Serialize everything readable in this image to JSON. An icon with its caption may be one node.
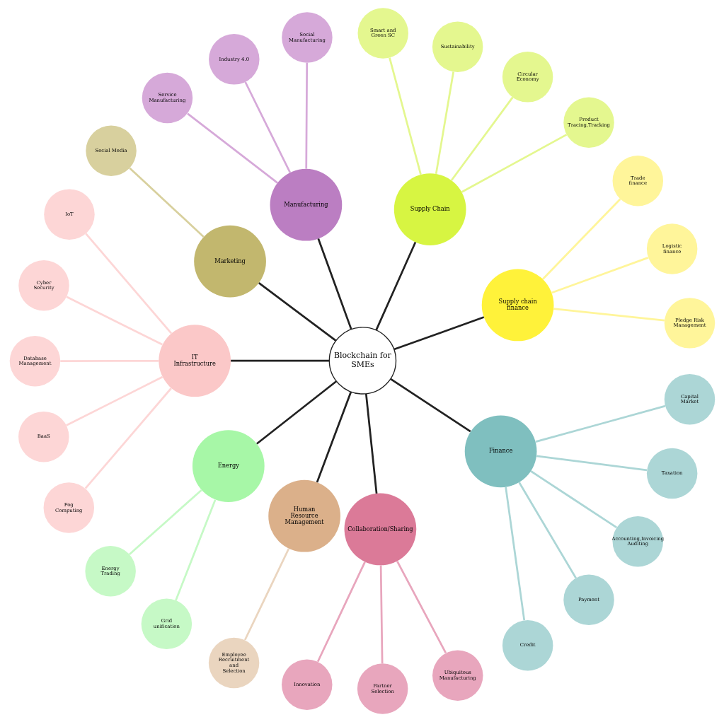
{
  "diagram": {
    "nodes": [
      {
        "text": [
          "Blockchain for SMEs"
        ]
      },
      {
        "text": [
          "Supply chain finance"
        ]
      },
      {
        "text": [
          "Pledge Risk Management"
        ]
      },
      {
        "text": [
          "Logistic finance"
        ]
      },
      {
        "text": [
          "Trade finance"
        ]
      },
      {
        "text": [
          "Supply Chain"
        ]
      },
      {
        "text": [
          "Product Tracing,Tracking"
        ]
      },
      {
        "text": [
          "Circular Economy"
        ]
      },
      {
        "text": [
          "Sustainability"
        ]
      },
      {
        "text": [
          "Smart and Green SC"
        ]
      },
      {
        "text": [
          "Manufacturing"
        ]
      },
      {
        "text": [
          "Social Manufacturing"
        ]
      },
      {
        "text": [
          "Industry 4.0"
        ]
      },
      {
        "text": [
          "Service Manufacturing"
        ]
      },
      {
        "text": [
          "Marketing"
        ]
      },
      {
        "text": [
          "Social Media"
        ]
      },
      {
        "text": [
          "IT Infrastructure"
        ]
      },
      {
        "text": [
          "IoT"
        ]
      },
      {
        "text": [
          "Cyber Security"
        ]
      },
      {
        "text": [
          "Database Management"
        ]
      },
      {
        "text": [
          "BaaS"
        ]
      },
      {
        "text": [
          "Fog Computing"
        ]
      },
      {
        "text": [
          "Energy"
        ]
      },
      {
        "text": [
          "Energy Trading"
        ]
      },
      {
        "text": [
          "Grid unification"
        ]
      },
      {
        "text": [
          "Human Resource Management"
        ]
      },
      {
        "text": [
          "Employee Recruitment and Selection"
        ]
      },
      {
        "text": [
          "Collaboration/Sharing"
        ]
      },
      {
        "text": [
          "Innovation"
        ]
      },
      {
        "text": [
          "Partner Selection"
        ]
      },
      {
        "text": [
          "Ubiquitous Manufacturing"
        ]
      },
      {
        "text": [
          "Finance"
        ]
      },
      {
        "text": [
          "Credit"
        ]
      },
      {
        "text": [
          "Payment"
        ]
      },
      {
        "text": [
          "Accounting,Invoicing Auditing"
        ]
      },
      {
        "text": [
          "Taxation"
        ]
      },
      {
        "text": [
          "Capital Market"
        ]
      }
    ],
    "edges": [
      {
        "from": 0,
        "to": 1,
        "arrow": "none"
      },
      {
        "from": 1,
        "to": 2,
        "arrow": "none",
        "color": "#fff59a"
      },
      {
        "from": 1,
        "to": 3,
        "arrow": "none",
        "color": "#fff59a"
      },
      {
        "from": 1,
        "to": 4,
        "arrow": "none",
        "color": "#fff59a"
      },
      {
        "from": 0,
        "to": 5,
        "arrow": "none"
      },
      {
        "from": 5,
        "to": 6,
        "arrow": "none",
        "color": "#e4f78f"
      },
      {
        "from": 5,
        "to": 7,
        "arrow": "none",
        "color": "#e4f78f"
      },
      {
        "from": 5,
        "to": 8,
        "arrow": "none",
        "color": "#e4f78f"
      },
      {
        "from": 5,
        "to": 9,
        "arrow": "none",
        "color": "#e4f78f"
      },
      {
        "from": 0,
        "to": 10,
        "arrow": "none"
      },
      {
        "from": 10,
        "to": 11,
        "arrow": "none",
        "color": "#d6a9d9"
      },
      {
        "from": 10,
        "to": 12,
        "arrow": "none",
        "color": "#d6a9d9"
      },
      {
        "from": 10,
        "to": 13,
        "arrow": "none",
        "color": "#d6a9d9"
      },
      {
        "from": 0,
        "to": 14,
        "arrow": "none"
      },
      {
        "from": 14,
        "to": 15,
        "arrow": "none",
        "color": "#d8d09e"
      },
      {
        "from": 0,
        "to": 16,
        "arrow": "none"
      },
      {
        "from": 16,
        "to": 17,
        "arrow": "none",
        "color": "#fdd6d6"
      },
      {
        "from": 16,
        "to": 18,
        "arrow": "none",
        "color": "#fdd6d6"
      },
      {
        "from": 16,
        "to": 19,
        "arrow": "none",
        "color": "#fdd6d6"
      },
      {
        "from": 16,
        "to": 20,
        "arrow": "none",
        "color": "#fdd6d6"
      },
      {
        "from": 16,
        "to": 21,
        "arrow": "none",
        "color": "#fdd6d6"
      },
      {
        "from": 0,
        "to": 22,
        "arrow": "none"
      },
      {
        "from": 22,
        "to": 23,
        "arrow": "none",
        "color": "#c6f9c6"
      },
      {
        "from": 22,
        "to": 24,
        "arrow": "none",
        "color": "#c6f9c6"
      },
      {
        "from": 0,
        "to": 25,
        "arrow": "none"
      },
      {
        "from": 25,
        "to": 26,
        "arrow": "none",
        "color": "#ead5bf"
      },
      {
        "from": 0,
        "to": 27,
        "arrow": "none"
      },
      {
        "from": 27,
        "to": 28,
        "arrow": "none",
        "color": "#e8a6bd"
      },
      {
        "from": 27,
        "to": 29,
        "arrow": "none",
        "color": "#e8a6bd"
      },
      {
        "from": 27,
        "to": 30,
        "arrow": "none",
        "color": "#e8a6bd"
      },
      {
        "from": 0,
        "to": 31,
        "arrow": "none"
      },
      {
        "from": 31,
        "to": 32,
        "arrow": "none",
        "color": "#acd6d6"
      },
      {
        "from": 31,
        "to": 33,
        "arrow": "none",
        "color": "#acd6d6"
      },
      {
        "from": 31,
        "to": 34,
        "arrow": "none",
        "color": "#acd6d6"
      },
      {
        "from": 31,
        "to": 35,
        "arrow": "none",
        "color": "#acd6d6"
      },
      {
        "from": 31,
        "to": 36,
        "arrow": "none",
        "color": "#acd6d6"
      }
    ]
  }
}
